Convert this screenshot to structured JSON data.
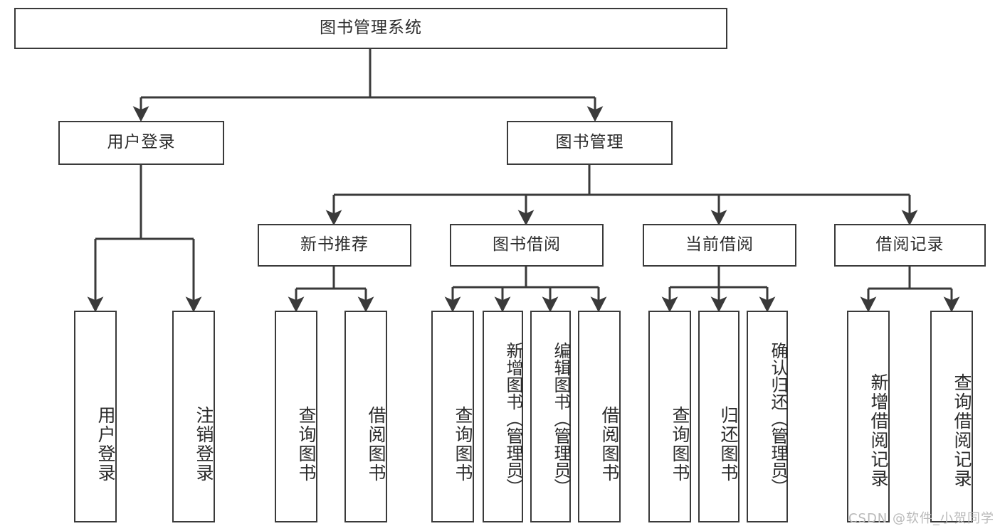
{
  "diagram": {
    "type": "tree",
    "title": "图书管理系统",
    "stroke_color": "#3a3a3a",
    "background_color": "#ffffff",
    "text_color": "#2b2b2b",
    "levels": [
      {
        "level": 1,
        "nodes": [
          {
            "id": "root",
            "label": "图书管理系统",
            "orientation": "horizontal"
          }
        ]
      },
      {
        "level": 2,
        "nodes": [
          {
            "id": "login",
            "label": "用户登录",
            "orientation": "horizontal"
          },
          {
            "id": "bookmgmt",
            "label": "图书管理",
            "orientation": "horizontal"
          }
        ]
      },
      {
        "level": 3,
        "nodes": [
          {
            "id": "newbook",
            "label": "新书推荐",
            "orientation": "horizontal"
          },
          {
            "id": "borrow",
            "label": "图书借阅",
            "orientation": "horizontal"
          },
          {
            "id": "current",
            "label": "当前借阅",
            "orientation": "horizontal"
          },
          {
            "id": "records",
            "label": "借阅记录",
            "orientation": "horizontal"
          }
        ]
      },
      {
        "level": 4,
        "nodes": [
          {
            "id": "leaf1",
            "label": "用户登录",
            "orientation": "vertical",
            "parent": "login"
          },
          {
            "id": "leaf2",
            "label": "注销登录",
            "orientation": "vertical",
            "parent": "login"
          },
          {
            "id": "leaf3",
            "label": "查询图书",
            "orientation": "vertical",
            "parent": "newbook"
          },
          {
            "id": "leaf4",
            "label": "借阅图书",
            "orientation": "vertical",
            "parent": "newbook"
          },
          {
            "id": "leaf5",
            "label": "查询图书",
            "orientation": "vertical",
            "parent": "borrow"
          },
          {
            "id": "leaf6",
            "label": "新增图书（管理员）",
            "orientation": "vertical",
            "parent": "borrow"
          },
          {
            "id": "leaf7",
            "label": "编辑图书（管理员）",
            "orientation": "vertical",
            "parent": "borrow"
          },
          {
            "id": "leaf8",
            "label": "借阅图书",
            "orientation": "vertical",
            "parent": "borrow"
          },
          {
            "id": "leaf9",
            "label": "查询图书",
            "orientation": "vertical",
            "parent": "current"
          },
          {
            "id": "leaf10",
            "label": "归还图书",
            "orientation": "vertical",
            "parent": "current"
          },
          {
            "id": "leaf11",
            "label": "确认归还（管理员）",
            "orientation": "vertical",
            "parent": "current"
          },
          {
            "id": "leaf12",
            "label": "新增借阅记录",
            "orientation": "vertical",
            "parent": "records"
          },
          {
            "id": "leaf13",
            "label": "查询借阅记录",
            "orientation": "vertical",
            "parent": "records"
          }
        ]
      }
    ]
  },
  "watermark": {
    "text": "CSDN @软件_小贺同学"
  }
}
